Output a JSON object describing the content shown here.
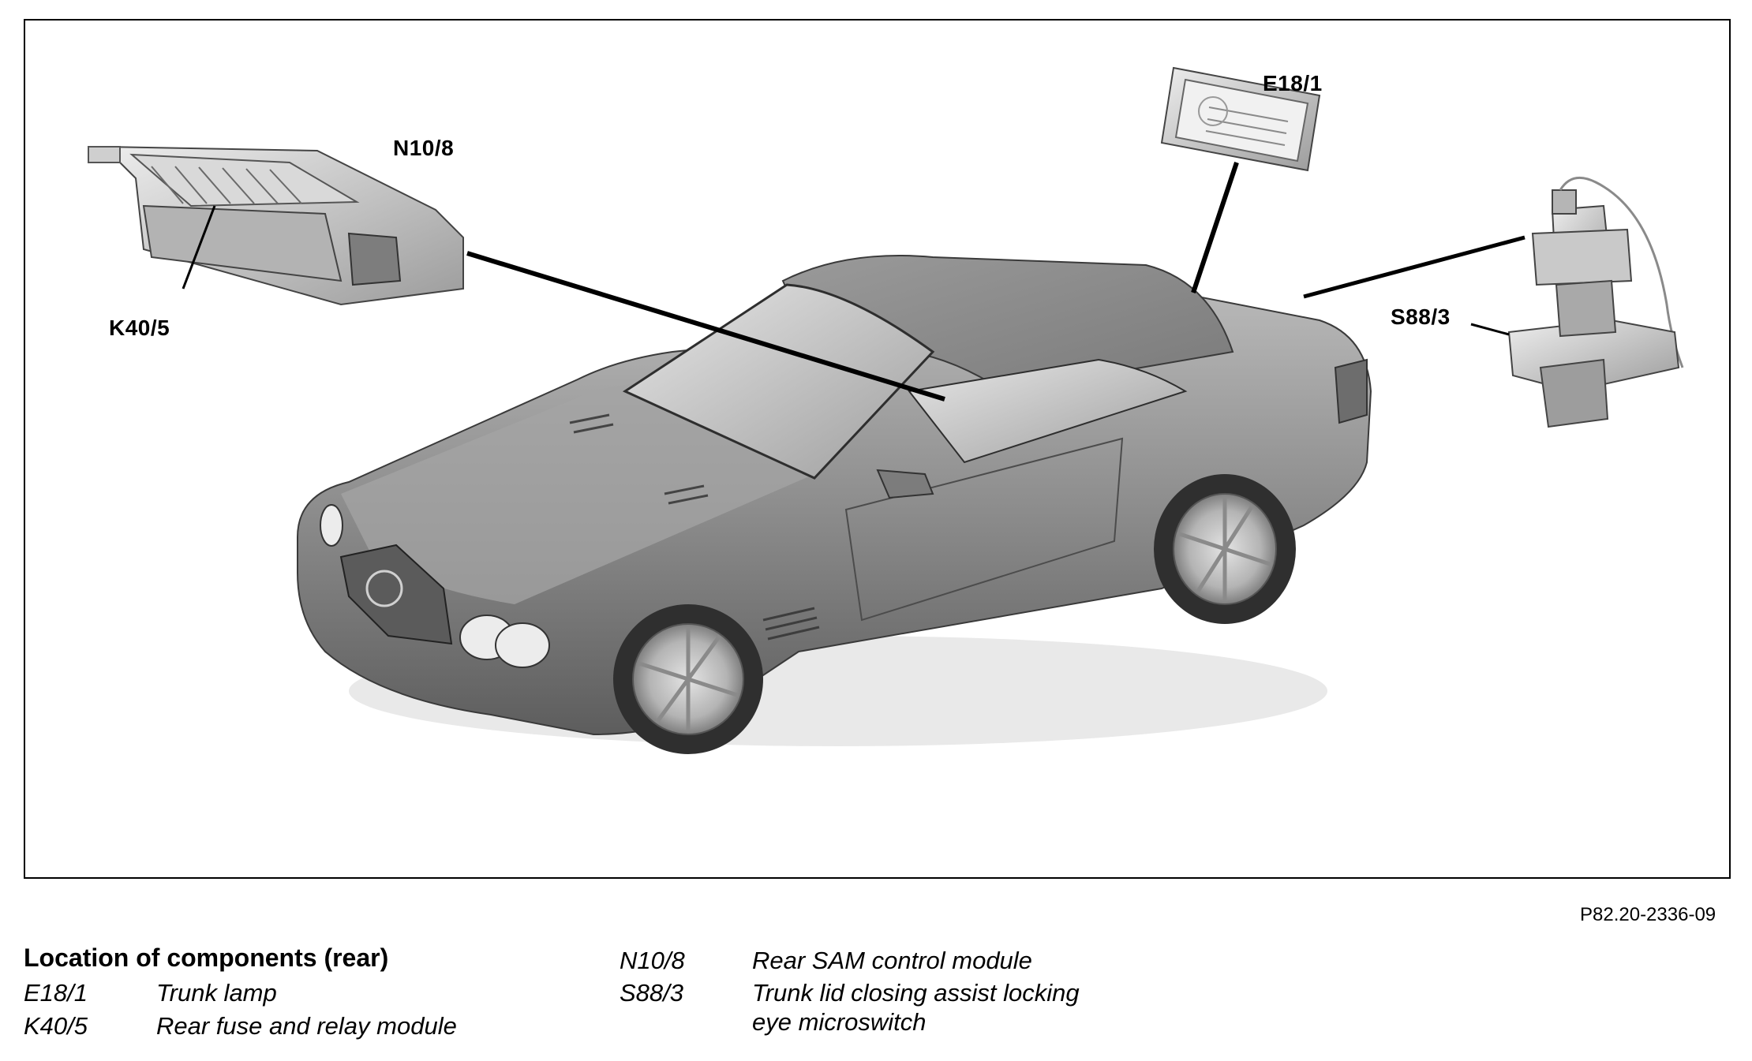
{
  "callouts": {
    "n10_8": "N10/8",
    "k40_5": "K40/5",
    "e18_1": "E18/1",
    "s88_3": "S88/3"
  },
  "figure_code": "P82.20-2336-09",
  "legend": {
    "title": "Location of components (rear)",
    "items": [
      {
        "code": "E18/1",
        "description": "Trunk lamp"
      },
      {
        "code": "K40/5",
        "description": "Rear fuse and relay module"
      },
      {
        "code": "N10/8",
        "description": "Rear SAM control module"
      },
      {
        "code": "S88/3",
        "description": "Trunk lid closing assist locking eye microswitch"
      }
    ]
  }
}
